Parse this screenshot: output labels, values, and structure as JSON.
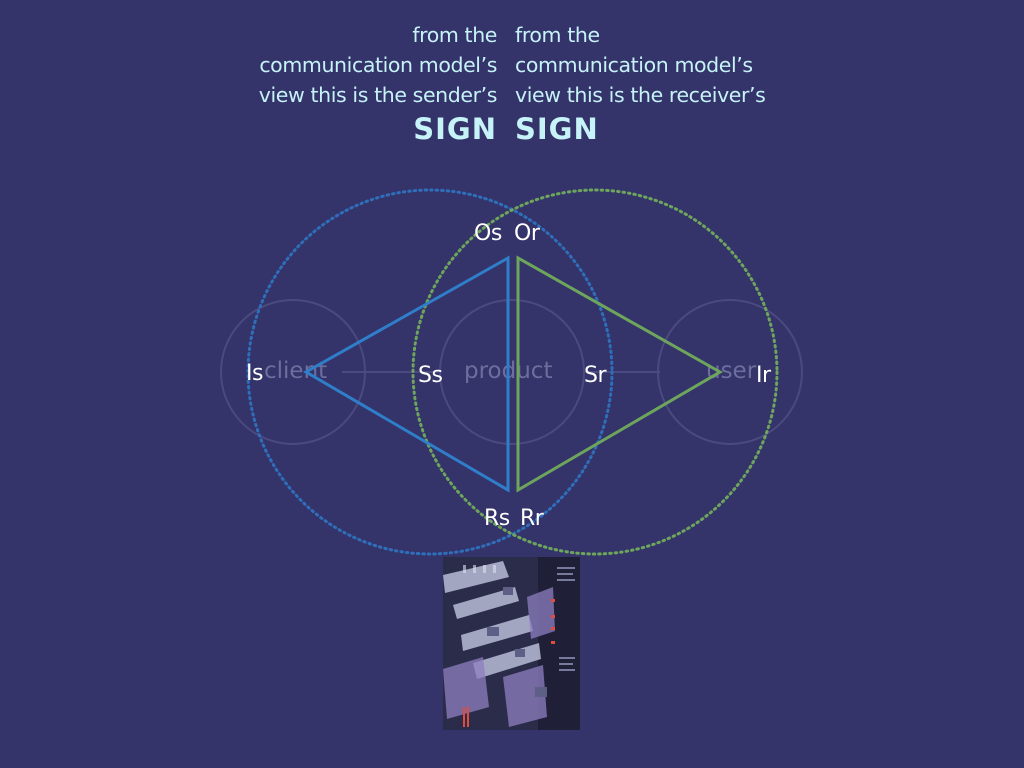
{
  "captions": {
    "left": {
      "lines": [
        "from the",
        "communication model’s",
        "view this is the sender’s"
      ],
      "sign": "SIGN"
    },
    "right": {
      "lines": [
        "from the",
        "communication model’s",
        "view this is the receiver’s"
      ],
      "sign": "SIGN"
    }
  },
  "labels": {
    "object_sender": "Os",
    "object_receiver": "Or",
    "interpretant_sender": "Is",
    "interpretant_receiver": "Ir",
    "sign_sender": "Ss",
    "sign_receiver": "Sr",
    "representamen_sender": "Rs",
    "representamen_receiver": "Rr"
  },
  "background_model": {
    "client": "client",
    "product": "product",
    "user": "user"
  },
  "colors": {
    "background": "#34336a",
    "caption_text": "#c6f3f7",
    "sender": "#2f7ec9",
    "receiver": "#6ea55c",
    "faint": "#6c6f9e"
  },
  "image": {
    "description": "poster thumbnail"
  }
}
